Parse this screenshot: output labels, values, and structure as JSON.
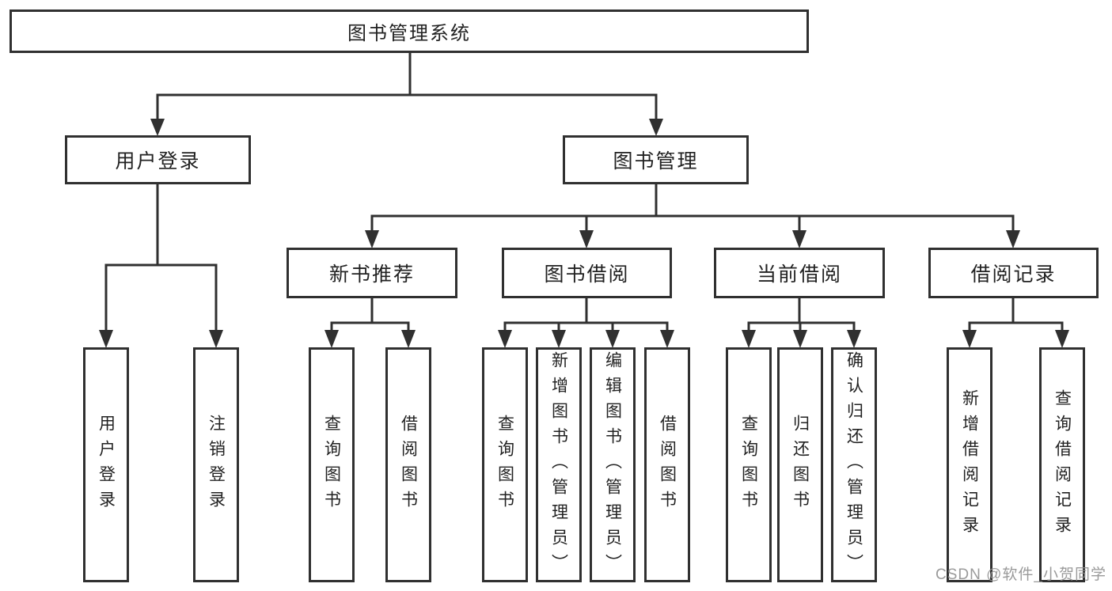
{
  "colors": {
    "line": "#303030",
    "box_border": "#303030",
    "text": "#222222",
    "background": "#ffffff",
    "watermark": "#919191"
  },
  "watermark": "CSDN @软件_小贺同学",
  "tree": {
    "root": {
      "label": "图书管理系统"
    },
    "children": [
      {
        "label": "用户登录",
        "children": [
          {
            "label": "用户登录"
          },
          {
            "label": "注销登录"
          }
        ]
      },
      {
        "label": "图书管理",
        "children": [
          {
            "label": "新书推荐",
            "children": [
              {
                "label": "查询图书"
              },
              {
                "label": "借阅图书"
              }
            ]
          },
          {
            "label": "图书借阅",
            "children": [
              {
                "label": "查询图书"
              },
              {
                "label": "新增图书（管理员）"
              },
              {
                "label": "编辑图书（管理员）"
              },
              {
                "label": "借阅图书"
              }
            ]
          },
          {
            "label": "当前借阅",
            "children": [
              {
                "label": "查询图书"
              },
              {
                "label": "归还图书"
              },
              {
                "label": "确认归还（管理员）"
              }
            ]
          },
          {
            "label": "借阅记录",
            "children": [
              {
                "label": "新增借阅记录"
              },
              {
                "label": "查询借阅记录"
              }
            ]
          }
        ]
      }
    ]
  }
}
